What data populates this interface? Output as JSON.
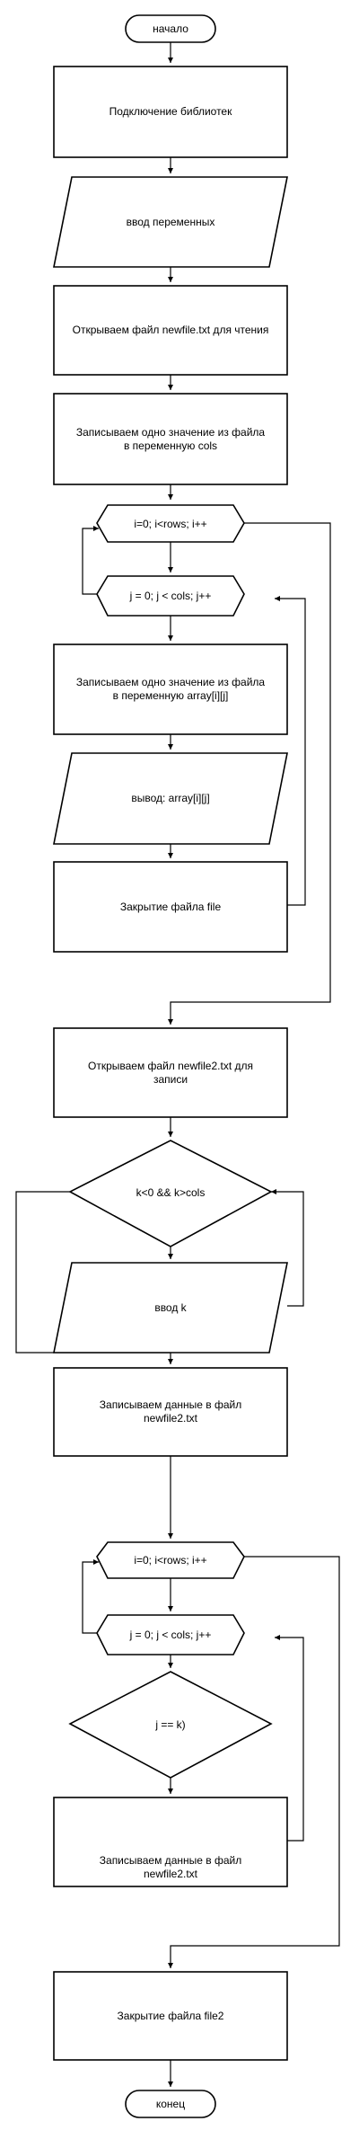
{
  "flowchart": {
    "start": "начало",
    "include_libraries": "Подключение библиотек",
    "input_variables": "ввод переменных",
    "open_newfile": "Открываем файл newfile.txt для чтения",
    "read_cols_line1": "Записываем одно значение из файла",
    "read_cols_line2": "в переменную cols",
    "loop_i_1": "i=0; i<rows; i++",
    "loop_j_1": "j = 0; j < cols; j++",
    "read_array_line1": "Записываем одно значение из файла",
    "read_array_line2": "в переменную array[i][j]",
    "output_array": "вывод: array[i][j]",
    "close_file": "Закрытие файла file",
    "open_newfile2_line1": "Открываем файл newfile2.txt для",
    "open_newfile2_line2": "записи",
    "condition_k": "k<0 && k>cols",
    "input_k": "ввод k",
    "write_data_1_line1": "Записываем данные в файл",
    "write_data_1_line2": "newfile2.txt",
    "loop_i_2": "i=0; i<rows; i++",
    "loop_j_2": "j = 0; j < cols; j++",
    "condition_j": "j == k)",
    "write_data_2_line1": "Записываем данные в файл",
    "write_data_2_line2": "newfile2.txt",
    "close_file2": "Закрытие файла file2",
    "end": "конец"
  },
  "colors": {
    "stroke": "#000000",
    "fill": "#ffffff"
  }
}
